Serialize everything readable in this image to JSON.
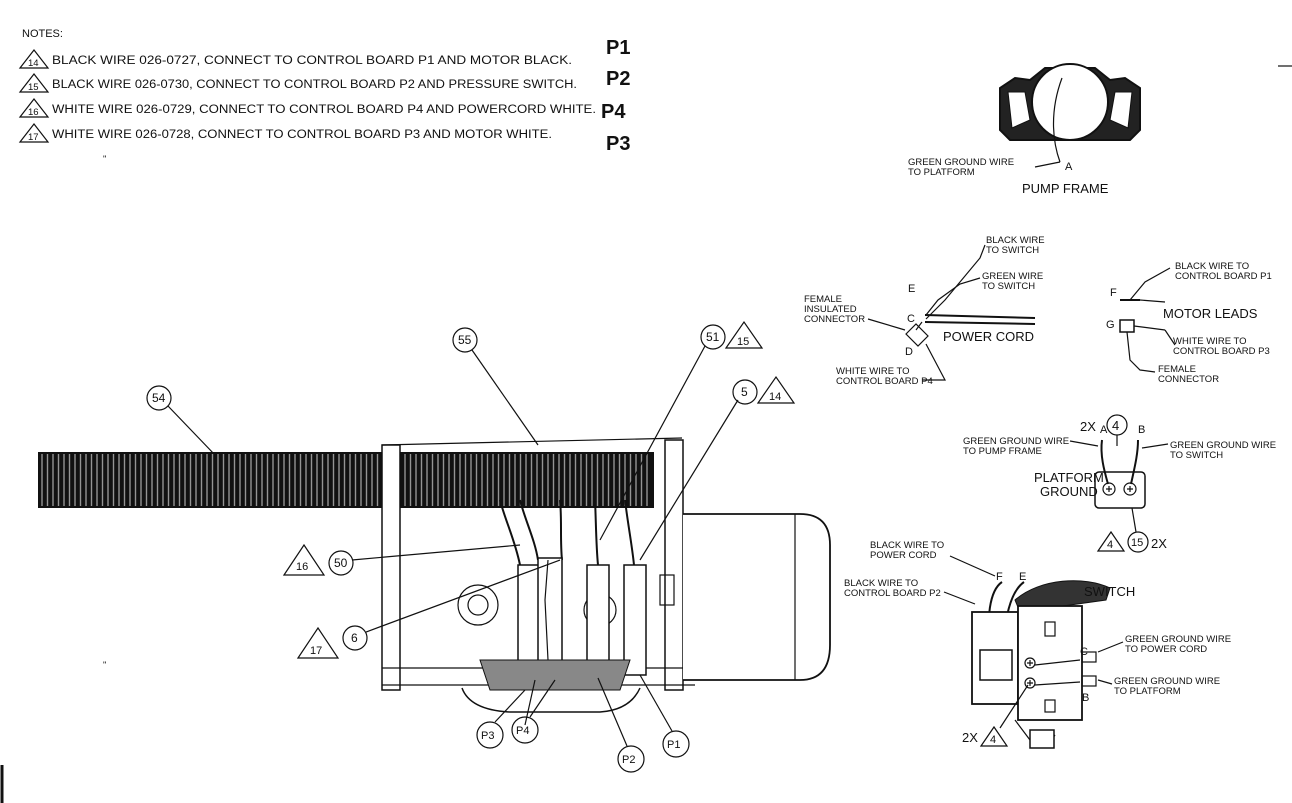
{
  "notes": {
    "header": "NOTES:",
    "items": [
      {
        "num": "14",
        "text": "BLACK WIRE 026-0727, CONNECT TO CONTROL BOARD P1 AND MOTOR BLACK.",
        "tag": "P1"
      },
      {
        "num": "15",
        "text": "BLACK WIRE 026-0730, CONNECT TO CONTROL BOARD P2 AND PRESSURE SWITCH.",
        "tag": "P2"
      },
      {
        "num": "16",
        "text": "WHITE WIRE 026-0729, CONNECT TO CONTROL BOARD P4 AND POWERCORD WHITE.",
        "tag": "P4"
      },
      {
        "num": "17",
        "text": "WHITE WIRE 026-0728, CONNECT TO CONTROL BOARD P3 AND MOTOR WHITE.",
        "tag": "P3"
      }
    ]
  },
  "pump_frame": {
    "title": "PUMP FRAME",
    "wire_label_1": "GREEN GROUND WIRE",
    "wire_label_2": "TO PLATFORM",
    "point": "A"
  },
  "power_cord": {
    "title": "POWER CORD",
    "black_wire_1": "BLACK WIRE",
    "black_wire_2": "TO SWITCH",
    "green_wire_1": "GREEN WIRE",
    "green_wire_2": "TO SWITCH",
    "female_1": "FEMALE",
    "female_2": "INSULATED",
    "female_3": "CONNECTOR",
    "white_wire_1": "WHITE WIRE TO",
    "white_wire_2": "CONTROL BOARD P4",
    "pt_e": "E",
    "pt_c": "C",
    "pt_d": "D"
  },
  "motor_leads": {
    "title": "MOTOR LEADS",
    "black_1": "BLACK WIRE TO",
    "black_2": "CONTROL BOARD P1",
    "white_1": "WHITE WIRE TO",
    "white_2": "CONTROL BOARD P3",
    "female_1": "FEMALE",
    "female_2": "CONNECTOR",
    "pt_f": "F",
    "pt_g": "G"
  },
  "platform_ground": {
    "title_1": "PLATFORM",
    "title_2": "GROUND",
    "left_1": "GREEN GROUND WIRE",
    "left_2": "TO PUMP FRAME",
    "right_1": "GREEN GROUND WIRE",
    "right_2": "TO SWITCH",
    "qty_top": "2X",
    "callout_top": "4",
    "callout_b1": "4",
    "callout_b2": "15",
    "qty_bottom": "2X",
    "pt_a": "A",
    "pt_b": "B"
  },
  "switch": {
    "title": "SWITCH",
    "black_pc_1": "BLACK WIRE TO",
    "black_pc_2": "POWER CORD",
    "black_cb_1": "BLACK WIRE TO",
    "black_cb_2": "CONTROL BOARD P2",
    "green_pc_1": "GREEN GROUND WIRE",
    "green_pc_2": "TO POWER CORD",
    "green_pl_1": "GREEN GROUND WIRE",
    "green_pl_2": "TO PLATFORM",
    "pt_f": "F",
    "pt_e": "E",
    "pt_c": "C",
    "pt_b": "B",
    "qty": "2X",
    "callout": "4"
  },
  "main_callouts": {
    "c54": "54",
    "c55": "55",
    "c51": "51",
    "t15": "15",
    "c5": "5",
    "t14": "14",
    "t16": "16",
    "c50": "50",
    "t17": "17",
    "c6": "6",
    "p3": "P3",
    "p4": "P4",
    "p2": "P2",
    "p1": "P1"
  }
}
